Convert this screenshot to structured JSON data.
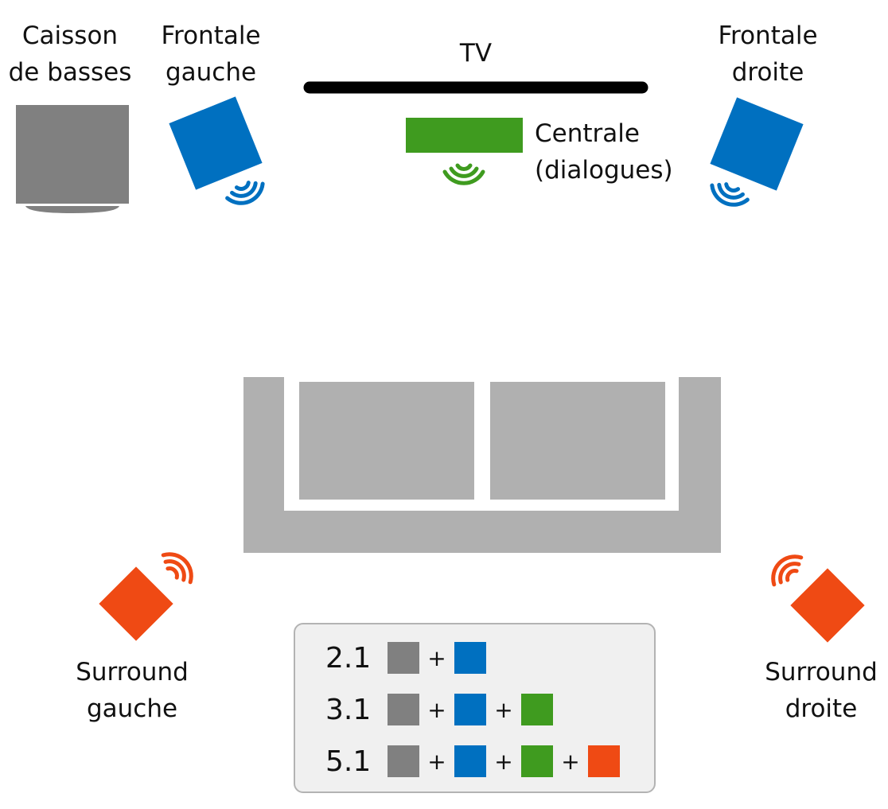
{
  "colors": {
    "subwoofer": "#808080",
    "front": "#0070c0",
    "center": "#3f9b1f",
    "surround": "#ef4a14",
    "sofa": "#b0b0b0",
    "tv": "#000000",
    "legend_bg": "#f0f0f0"
  },
  "labels": {
    "subwoofer": [
      "Caisson",
      "de basses"
    ],
    "front_left": [
      "Frontale",
      "gauche"
    ],
    "tv": "TV",
    "front_right": [
      "Frontale",
      "droite"
    ],
    "center": [
      "Centrale",
      "(dialogues)"
    ],
    "surround_left": [
      "Surround",
      "gauche"
    ],
    "surround_right": [
      "Surround",
      "droite"
    ]
  },
  "legend": {
    "plus": "+",
    "rows": [
      {
        "name": "2.1",
        "components": [
          "subwoofer",
          "front"
        ]
      },
      {
        "name": "3.1",
        "components": [
          "subwoofer",
          "front",
          "center"
        ]
      },
      {
        "name": "5.1",
        "components": [
          "subwoofer",
          "front",
          "center",
          "surround"
        ]
      }
    ]
  }
}
